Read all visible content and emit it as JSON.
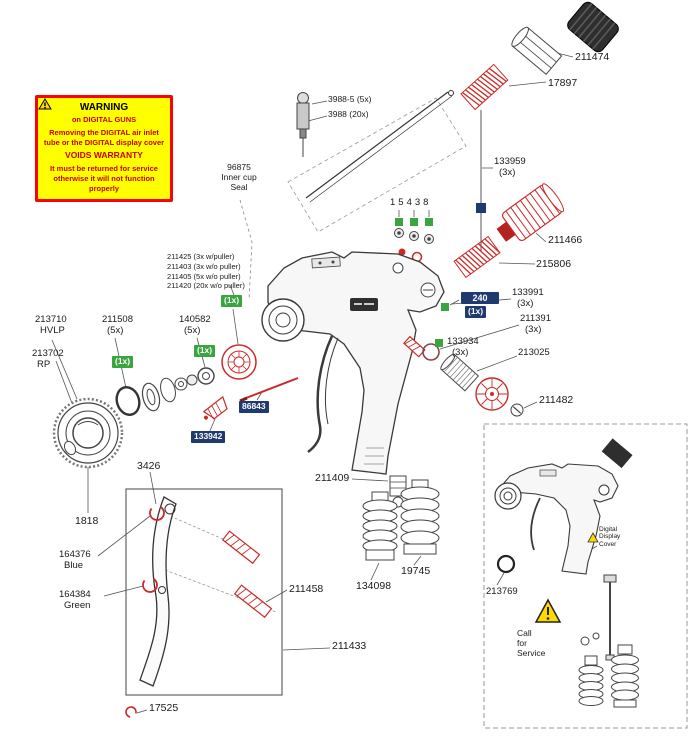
{
  "warning_box": {
    "heading": "WARNING",
    "line1": "on DIGITAL GUNS",
    "line2": "Removing the DIGITAL air inlet",
    "line3": "tube or the DIGITAL display cover",
    "line4": "VOIDS WARRANTY",
    "line5": "It must be returned for service",
    "line6": "otherwise it will not function",
    "line7": "properly"
  },
  "parts": {
    "n3988_5": "3988-5  (5x)",
    "n3988": "3988  (20x)",
    "n211474": "211474",
    "n17897": "17897",
    "n133959": "133959",
    "n96875_1": "96875",
    "n96875_2": "Inner cup",
    "n96875_3": "Seal",
    "n15438": "15438",
    "n211466": "211466",
    "n215806": "215806",
    "n211425": "211425 (3x w/puller)",
    "n211403": "211403 (3x w/o puller)",
    "n211405": "211405 (5x w/o puller)",
    "n211420": "211420 (20x w/o puller)",
    "n240": "240",
    "n133991": "133991",
    "n211391": "211391",
    "n133934": "133934",
    "n213025": "213025",
    "n211482": "211482",
    "n213710": "213710",
    "n213710_sub": "HVLP",
    "n211508": "211508",
    "n140582": "140582",
    "n213702": "213702",
    "n213702_sub": "RP",
    "n86843": "86843",
    "n133942": "133942",
    "n3426": "3426",
    "n1818": "1818",
    "n164376": "164376",
    "n164376_sub": "Blue",
    "n164384": "164384",
    "n164384_sub": "Green",
    "n211409": "211409",
    "n211458": "211458",
    "n134098": "134098",
    "n19745": "19745",
    "n211433": "211433",
    "n17525": "17525",
    "n213769": "213769"
  },
  "qty": {
    "x1": "(1x)",
    "x3": "(3x)",
    "x5": "(5x)"
  },
  "inset": {
    "digital_1": "Digital",
    "digital_2": "Display",
    "digital_3": "Cover",
    "call_1": "Call",
    "call_2": "for",
    "call_3": "Service"
  },
  "colors": {
    "red_part": "#cc2a27",
    "green_marker": "#3aa53f",
    "navy_badge": "#1e3a6e",
    "warning_bg": "#ffff00",
    "warning_border": "#ff0000",
    "warning_text": "#cc0000",
    "triangle_yellow": "#ffd900"
  }
}
